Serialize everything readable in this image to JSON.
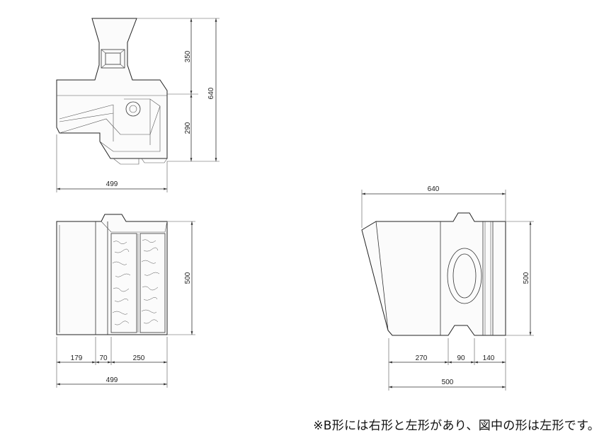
{
  "top_view": {
    "dims": {
      "height_upper": "350",
      "height_total": "640",
      "height_lower": "290",
      "width": "499"
    }
  },
  "front_view": {
    "dims": {
      "height": "500",
      "w1": "179",
      "w2": "70",
      "w3": "250",
      "width": "499"
    }
  },
  "side_view": {
    "dims": {
      "length": "640",
      "height": "500",
      "s1": "270",
      "s2": "90",
      "s3": "140",
      "depth": "500"
    }
  },
  "note": "※B形には右形と左形があり、図中の形は左形です。"
}
